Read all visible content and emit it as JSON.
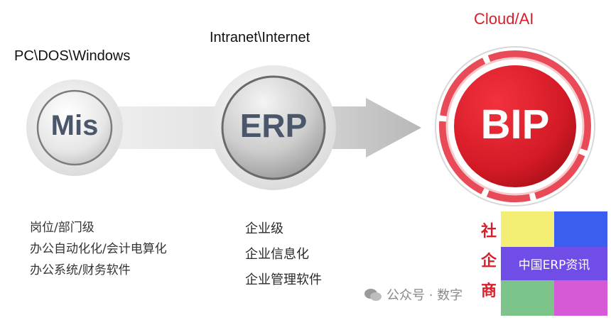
{
  "stages": [
    {
      "label": "PC\\DOS\\Windows",
      "name": "Mis",
      "descriptions": [
        "岗位/部门级",
        "办公自动化化/会计电算化",
        "办公系统/财务软件"
      ]
    },
    {
      "label": "Intranet\\Internet",
      "name": "ERP",
      "descriptions": [
        "企业级",
        "企业信息化",
        "企业管理软件"
      ]
    },
    {
      "label": "Cloud/AI",
      "name": "BIP",
      "descriptions": [
        "社",
        "企",
        "商"
      ]
    }
  ],
  "watermark": "公众号 · 数字",
  "logo": {
    "text": "中国ERP资讯",
    "colors": [
      "#f5ee74",
      "#3b5df0",
      "#7cc48a",
      "#d65ad6"
    ],
    "band_color": "#6f4de6"
  },
  "colors": {
    "accent_red": "#d81e2a",
    "circle_text": "#4a566a",
    "arrow_gray": "#c9c9c9"
  }
}
